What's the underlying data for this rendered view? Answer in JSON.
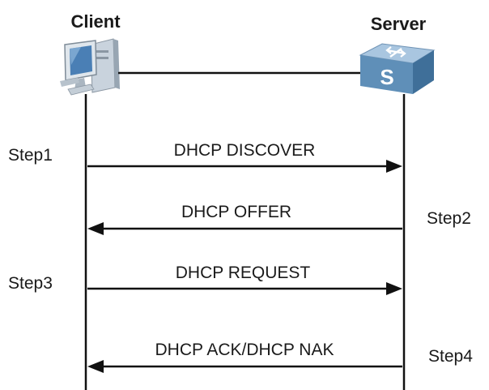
{
  "actors": {
    "client": {
      "label": "Client",
      "icon": "computer-icon"
    },
    "server": {
      "label": "Server",
      "icon": "switch-icon",
      "icon_letter": "S"
    }
  },
  "messages": [
    {
      "label": "DHCP DISCOVER",
      "direction": "client-to-server",
      "step": "Step1",
      "step_side": "left"
    },
    {
      "label": "DHCP OFFER",
      "direction": "server-to-client",
      "step": "Step2",
      "step_side": "right"
    },
    {
      "label": "DHCP REQUEST",
      "direction": "client-to-server",
      "step": "Step3",
      "step_side": "left"
    },
    {
      "label": "DHCP ACK/DHCP NAK",
      "direction": "server-to-client",
      "step": "Step4",
      "step_side": "right"
    }
  ],
  "colors": {
    "line": "#111111",
    "switch_top": "#a9c6e0",
    "switch_front": "#5f8fb8",
    "switch_side": "#3f6f99"
  }
}
